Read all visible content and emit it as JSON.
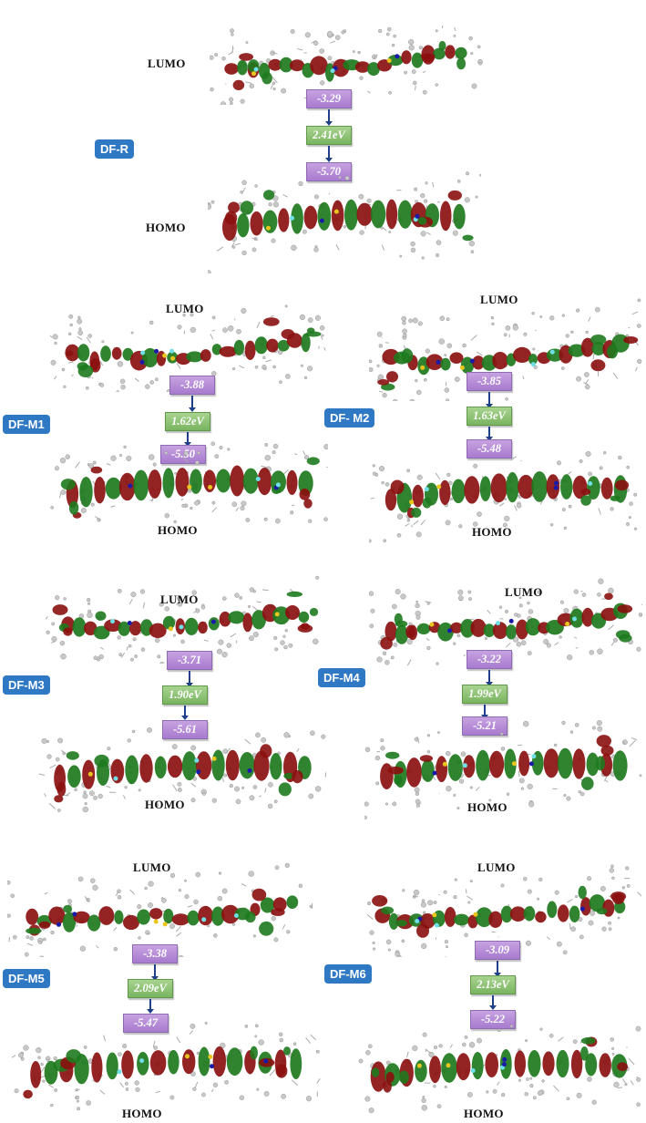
{
  "panels": [
    {
      "molecule": "DF-R",
      "lumo_label": "LUMO",
      "homo_label": "HOMO",
      "lumo": "-3.29",
      "gap": "2.41eV",
      "homo": "-5.70"
    },
    {
      "molecule": "DF-M1",
      "lumo_label": "LUMO",
      "homo_label": "HOMO",
      "lumo": "-3.88",
      "gap": "1.62eV",
      "homo": "-5.50"
    },
    {
      "molecule": "DF- M2",
      "lumo_label": "LUMO",
      "homo_label": "HOMO",
      "lumo": "-3.85",
      "gap": "1.63eV",
      "homo": "-5.48"
    },
    {
      "molecule": "DF-M3",
      "lumo_label": "LUMO",
      "homo_label": "HOMO",
      "lumo": "-3.71",
      "gap": "1.90eV",
      "homo": "-5.61"
    },
    {
      "molecule": "DF-M4",
      "lumo_label": "LUMO",
      "homo_label": "HOMO",
      "lumo": "-3.22",
      "gap": "1.99eV",
      "homo": "-5.21"
    },
    {
      "molecule": "DF-M5",
      "lumo_label": "LUMO",
      "homo_label": "HOMO",
      "lumo": "-3.38",
      "gap": "2.09eV",
      "homo": "-5.47"
    },
    {
      "molecule": "DF-M6",
      "lumo_label": "LUMO",
      "homo_label": "HOMO",
      "lumo": "-3.09",
      "gap": "2.13eV",
      "homo": "-5.22"
    }
  ],
  "colors": {
    "lobe_positive": "#1e7a1e",
    "lobe_negative": "#8b1010",
    "atom": "#c8c8c8",
    "label_bg": "#2f78c4",
    "energy_box": "#b48ad6",
    "gap_box": "#8cc474"
  }
}
